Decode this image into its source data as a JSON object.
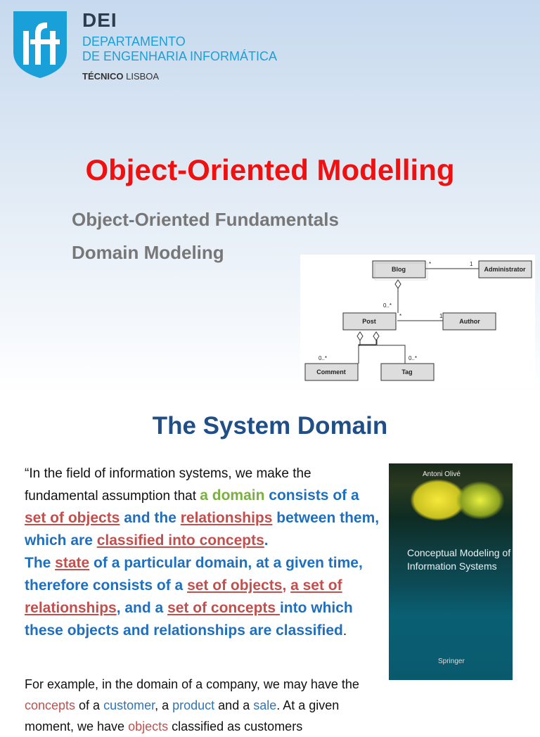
{
  "header": {
    "org_short": "DEI",
    "dept_line1": "DEPARTAMENTO",
    "dept_line2": "DE ENGENHARIA INFORMÁTICA",
    "tecnico": "TÉCNICO",
    "lisboa": "LISBOA",
    "logo_text": "IST"
  },
  "slide1": {
    "title": "Object-Oriented Modelling",
    "subtitle1": "Object-Oriented Fundamentals",
    "subtitle2": "Domain Modeling",
    "diagram": {
      "classes": [
        "Blog",
        "Administrator",
        "Post",
        "Author",
        "Comment",
        "Tag"
      ],
      "multiplicities": {
        "blog_admin_left": "*",
        "blog_admin_right": "1",
        "blog_post": "0..*",
        "post_author_left": "*",
        "post_author_right": "1",
        "post_comment": "0..*",
        "post_tag": "0..*"
      }
    }
  },
  "slide2": {
    "title": "The System Domain",
    "q": {
      "p1": "“In the field of information systems, we make the fundamental assumption that ",
      "a_domain": "a domain",
      "consists_of_a": " consists of a",
      "set_of_objects": "set of objects",
      "and_the": " and the ",
      "relationships": "relationships",
      "between": " between them, which are ",
      "classified": "classified into concepts",
      "dot1": ".",
      "the": "The ",
      "state": "state",
      "rest1": " of a particular domain, at a given time, therefore consists of a ",
      "set_objects2": "set of objects",
      "comma1": ", ",
      "a_sor": "a set of relationships",
      "and_a": ", and a ",
      "set_concepts": "set of concepts ",
      "into": "into which these objects and relationships are ",
      "classified2": "classified",
      "dot2": "."
    },
    "ex": {
      "p1": "For example, in the domain of a company, we may have the ",
      "concepts": "concepts",
      "of_a": " of a ",
      "customer": "customer",
      "c1": ", a ",
      "product": "product",
      "and_a": " and a ",
      "sale": "sale",
      "p2": ". At a given moment, we have ",
      "objects": "objects",
      "p3": " classified as customers"
    },
    "book": {
      "author": "Antoni Olivé",
      "title": "Conceptual Modeling of Information Systems",
      "publisher": "Springer"
    }
  }
}
